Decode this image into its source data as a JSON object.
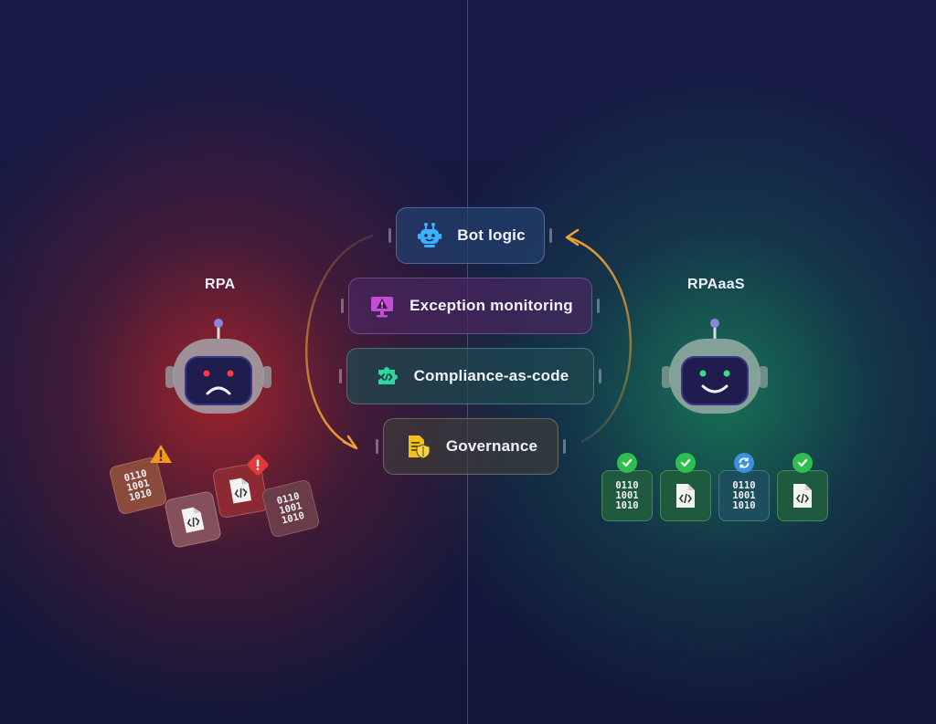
{
  "left": {
    "label": "RPA",
    "tiles": [
      {
        "type": "binary",
        "text": "0110\n1001\n1010"
      },
      {
        "type": "file"
      },
      {
        "type": "file"
      },
      {
        "type": "binary",
        "text": "0110\n1001\n1010"
      }
    ]
  },
  "right": {
    "label": "RPAaaS",
    "tiles": [
      {
        "type": "binary",
        "text": "0110\n1001\n1010",
        "status": "check"
      },
      {
        "type": "file",
        "status": "check"
      },
      {
        "type": "binary",
        "text": "0110\n1001\n1010",
        "status": "sync"
      },
      {
        "type": "file",
        "status": "check"
      }
    ]
  },
  "steps": [
    {
      "label": "Bot logic",
      "icon": "robot-icon"
    },
    {
      "label": "Exception monitoring",
      "icon": "warning-monitor-icon"
    },
    {
      "label": "Compliance-as-code",
      "icon": "code-puzzle-icon"
    },
    {
      "label": "Governance",
      "icon": "document-shield-icon"
    }
  ],
  "colors": {
    "accent_arrow": "#e89a2c",
    "rpa_red": "#c42626",
    "rpaas_green": "#189660",
    "check_green": "#2fbf4e",
    "sync_blue": "#3d8fe0",
    "alert_red": "#e23a3a",
    "alert_orange": "#f29a1e"
  }
}
